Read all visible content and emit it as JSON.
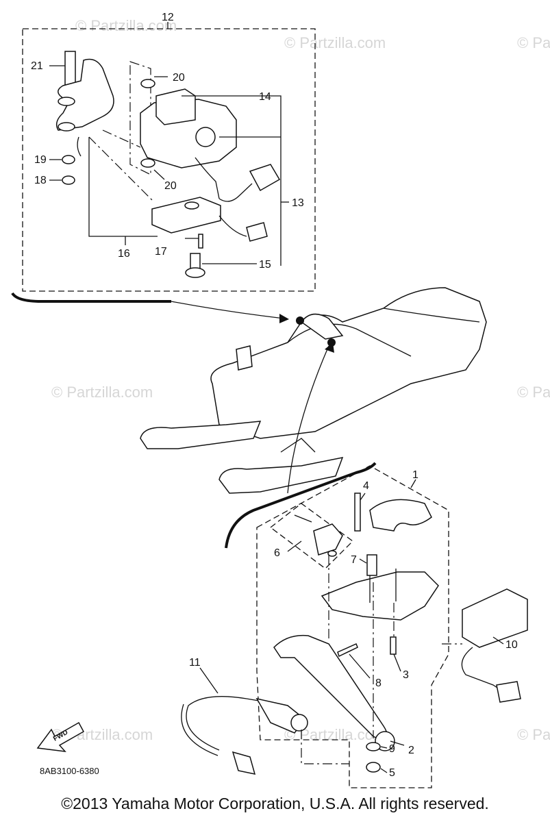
{
  "watermark": "© Partzilla.com",
  "diagram_code": "8AB3100-6380",
  "fwd_label": "FWD",
  "copyright": "©2013 Yamaha Motor Corporation, U.S.A. All rights reserved.",
  "callouts": {
    "c1": "1",
    "c2": "2",
    "c3": "3",
    "c4": "4",
    "c5": "5",
    "c6": "6",
    "c7": "7",
    "c8": "8",
    "c9": "9",
    "c10": "10",
    "c11": "11",
    "c12": "12",
    "c13": "13",
    "c14": "14",
    "c15": "15",
    "c16": "16",
    "c17": "17",
    "c18": "18",
    "c19": "19",
    "c20a": "20",
    "c20b": "20",
    "c21": "21"
  }
}
